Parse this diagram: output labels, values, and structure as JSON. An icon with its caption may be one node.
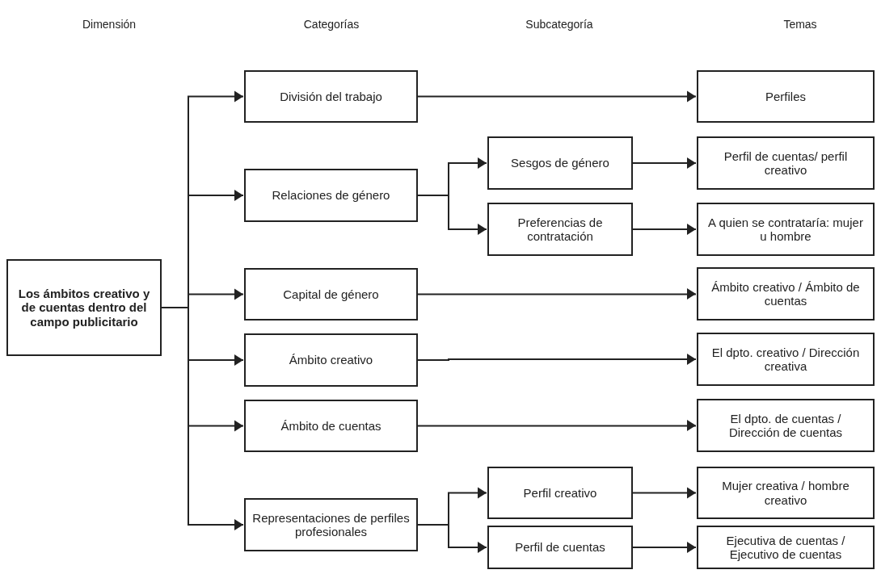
{
  "diagram": {
    "nodes": [
      {
        "text": [
          "Los ámbitos creativo y de cuentas dentro del campo publicitario"
        ]
      },
      {
        "text": [
          "División del trabajo"
        ]
      },
      {
        "text": [
          "Relaciones de género"
        ]
      },
      {
        "text": [
          "Capital de género"
        ]
      },
      {
        "text": [
          "Ámbito creativo"
        ]
      },
      {
        "text": [
          "Ámbito de cuentas"
        ]
      },
      {
        "text": [
          "Representaciones de perfiles profesionales"
        ]
      },
      {
        "text": [
          "Sesgos de género"
        ]
      },
      {
        "text": [
          "Preferencias de contratación"
        ]
      },
      {
        "text": [
          "Perfil creativo"
        ]
      },
      {
        "text": [
          "Perfil de cuentas"
        ]
      },
      {
        "text": [
          "Perfiles"
        ]
      },
      {
        "text": [
          "Perfil de cuentas/ perfil creativo"
        ]
      },
      {
        "text": [
          "A quien se contrataría: mujer u hombre"
        ]
      },
      {
        "text": [
          "Ámbito creativo / Ámbito de cuentas"
        ]
      },
      {
        "text": [
          "El dpto. creativo / Dirección creativa"
        ]
      },
      {
        "text": [
          "El dpto. de cuentas / Dirección de cuentas"
        ]
      },
      {
        "text": [
          "Mujer creativa / hombre creativo"
        ]
      },
      {
        "text": [
          "Ejecutiva de cuentas / Ejecutivo de cuentas"
        ]
      }
    ],
    "edges": [
      {
        "from": 0,
        "to": 1,
        "arrow": "to"
      },
      {
        "from": 0,
        "to": 2,
        "arrow": "to"
      },
      {
        "from": 0,
        "to": 3,
        "arrow": "to"
      },
      {
        "from": 0,
        "to": 4,
        "arrow": "to"
      },
      {
        "from": 0,
        "to": 5,
        "arrow": "to"
      },
      {
        "from": 0,
        "to": 6,
        "arrow": "to"
      },
      {
        "from": 2,
        "to": 7,
        "arrow": "to"
      },
      {
        "from": 2,
        "to": 8,
        "arrow": "to"
      },
      {
        "from": 6,
        "to": 9,
        "arrow": "to"
      },
      {
        "from": 6,
        "to": 10,
        "arrow": "to"
      },
      {
        "from": 1,
        "to": 11,
        "arrow": "to"
      },
      {
        "from": 7,
        "to": 12,
        "arrow": "to"
      },
      {
        "from": 8,
        "to": 13,
        "arrow": "to"
      },
      {
        "from": 3,
        "to": 14,
        "arrow": "to"
      },
      {
        "from": 4,
        "to": 15,
        "arrow": "to"
      },
      {
        "from": 5,
        "to": 16,
        "arrow": "to"
      },
      {
        "from": 9,
        "to": 17,
        "arrow": "to"
      },
      {
        "from": 10,
        "to": 18,
        "arrow": "to"
      }
    ],
    "labels": [
      "Dimensión",
      "Categorías",
      "Subcategoría",
      "Temas"
    ]
  }
}
